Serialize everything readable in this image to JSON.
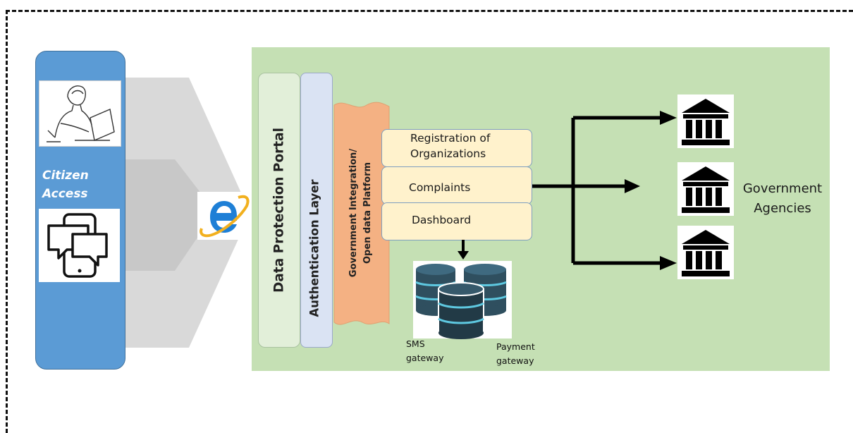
{
  "citizen": {
    "line1": "Citizen",
    "line2": "Access",
    "icons": [
      "person-laptop-icon",
      "chat-device-icon"
    ]
  },
  "portal": {
    "data_protection": "Data Protection Portal",
    "authentication": "Authentication Layer",
    "integration_line1": "Government Integration/",
    "integration_line2": "Open data Platform",
    "browser_icon": "internet-explorer-icon"
  },
  "modules": [
    {
      "line1": "Registration of",
      "line2": "Organizations"
    },
    {
      "line1": "Complaints"
    },
    {
      "line1": "Dashboard"
    }
  ],
  "gateways": {
    "sms_line1": "SMS",
    "sms_line2": "gateway",
    "payment_line1": "Payment",
    "payment_line2": "gateway",
    "icon": "database-icon"
  },
  "agencies": {
    "line1": "Government",
    "line2": "Agencies",
    "icon": "government-building-icon"
  },
  "colors": {
    "citizen_panel": "#5b9bd5",
    "platform_background": "#c5e0b4",
    "data_protection_bar": "#e2efd9",
    "authentication_bar": "#dae3f3",
    "integration_banner": "#f4b183",
    "module_fill": "#fff2cc"
  }
}
